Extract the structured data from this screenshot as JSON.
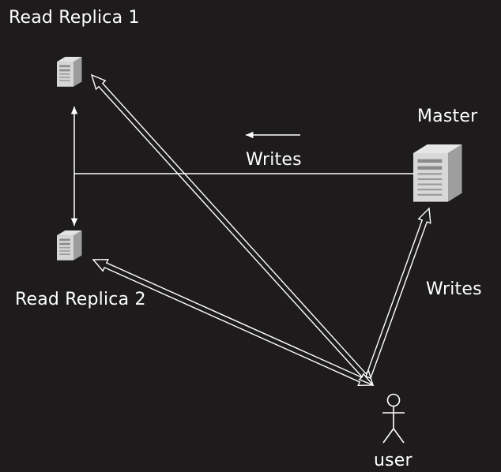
{
  "diagram": {
    "background_color": "#1e1b1c",
    "line_color": "#ffffff",
    "nodes": {
      "replica1": {
        "label": "Read Replica 1",
        "icon": "server-icon"
      },
      "replica2": {
        "label": "Read Replica 2",
        "icon": "server-icon"
      },
      "master": {
        "label": "Master",
        "icon": "server-icon"
      },
      "user": {
        "label": "user",
        "icon": "user-icon"
      }
    },
    "edges": {
      "replication_label": "Writes",
      "user_to_master_label": "Writes"
    }
  }
}
